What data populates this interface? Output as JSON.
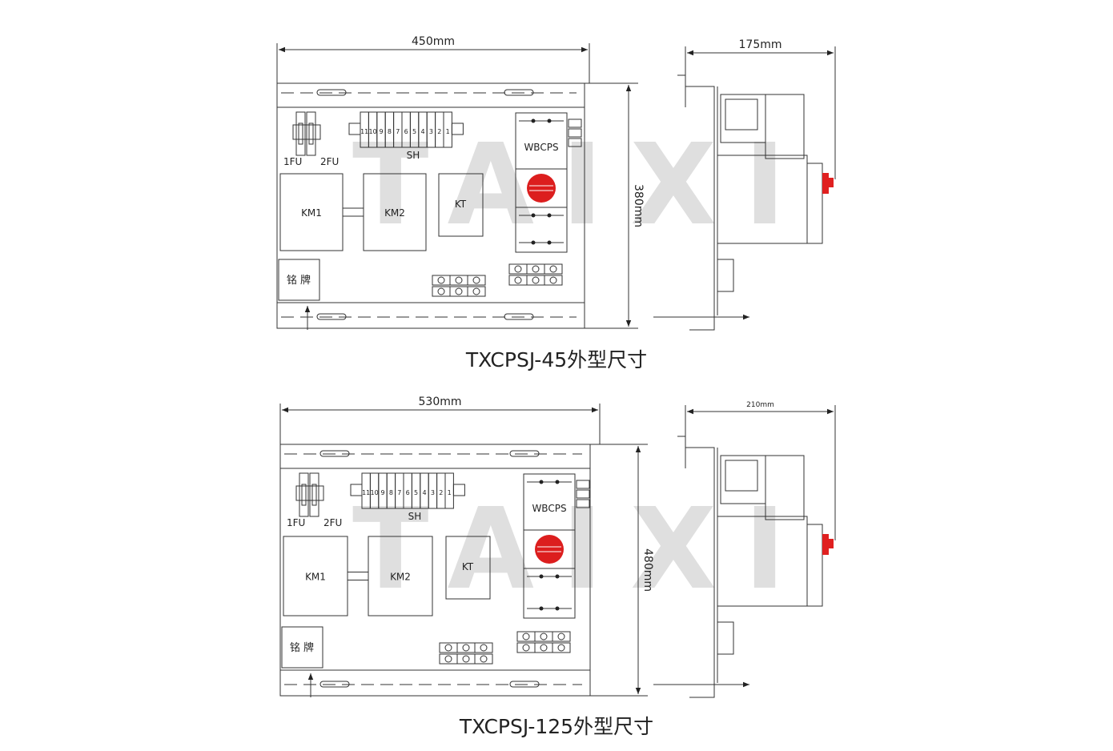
{
  "watermark": "TAIXI",
  "colors": {
    "line": "#333333",
    "knob": "#dc1e1e",
    "button": "#e02020",
    "watermark": "#aaaaaa"
  },
  "diagrams": [
    {
      "caption": "TXCPSJ-45外型尺寸",
      "front": {
        "width_label": "450mm",
        "height_label": "380mm"
      },
      "side": {
        "depth_label": "175mm"
      },
      "fuse_labels": [
        "1FU",
        "2FU"
      ],
      "terminal_numbers": [
        "11",
        "10",
        "9",
        "8",
        "7",
        "6",
        "5",
        "4",
        "3",
        "2",
        "1"
      ],
      "terminal_label": "SH",
      "controller_label": "WBCPS",
      "contactors": [
        "KM1",
        "KM2"
      ],
      "relay_label": "KT",
      "nameplate_label": "铭 牌"
    },
    {
      "caption": "TXCPSJ-125外型尺寸",
      "front": {
        "width_label": "530mm",
        "height_label": "480mm"
      },
      "side": {
        "depth_label": "210mm"
      },
      "fuse_labels": [
        "1FU",
        "2FU"
      ],
      "terminal_numbers": [
        "11",
        "10",
        "9",
        "8",
        "7",
        "6",
        "5",
        "4",
        "3",
        "2",
        "1"
      ],
      "terminal_label": "SH",
      "controller_label": "WBCPS",
      "contactors": [
        "KM1",
        "KM2"
      ],
      "relay_label": "KT",
      "nameplate_label": "铭 牌"
    }
  ]
}
